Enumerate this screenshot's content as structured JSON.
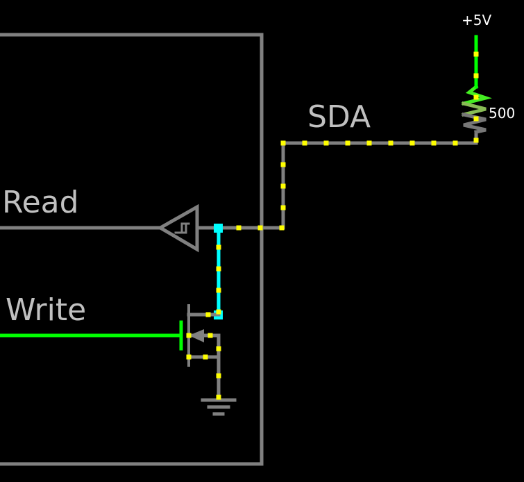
{
  "colors": {
    "background": "#000000",
    "wire": "#808080",
    "label": "#c0c0c0",
    "voltage_label": "#ffffff",
    "high": "#00ff00",
    "resistor_high": "#44ee22",
    "resistor_mid": "#88bb55",
    "resistor_low": "#777777",
    "current_dot": "#ffff00",
    "selected": "#00ffff"
  },
  "labels": {
    "read": "Read",
    "write": "Write",
    "sda": "SDA",
    "supply": "+5V",
    "resistor_value": "500"
  },
  "components": {
    "supply": {
      "type": "voltage-rail",
      "value": "+5V"
    },
    "pullup": {
      "type": "resistor",
      "value": "500"
    },
    "buffer": {
      "type": "schmitt-trigger-buffer",
      "role": "Read"
    },
    "transistor": {
      "type": "n-channel-mosfet",
      "role": "Write"
    },
    "ground": {
      "type": "ground"
    }
  },
  "icons": {
    "supply": "arrow-up-rail-icon",
    "resistor": "zigzag-resistor-icon",
    "buffer": "schmitt-buffer-icon",
    "mosfet": "nmos-transistor-icon",
    "ground": "ground-icon"
  }
}
